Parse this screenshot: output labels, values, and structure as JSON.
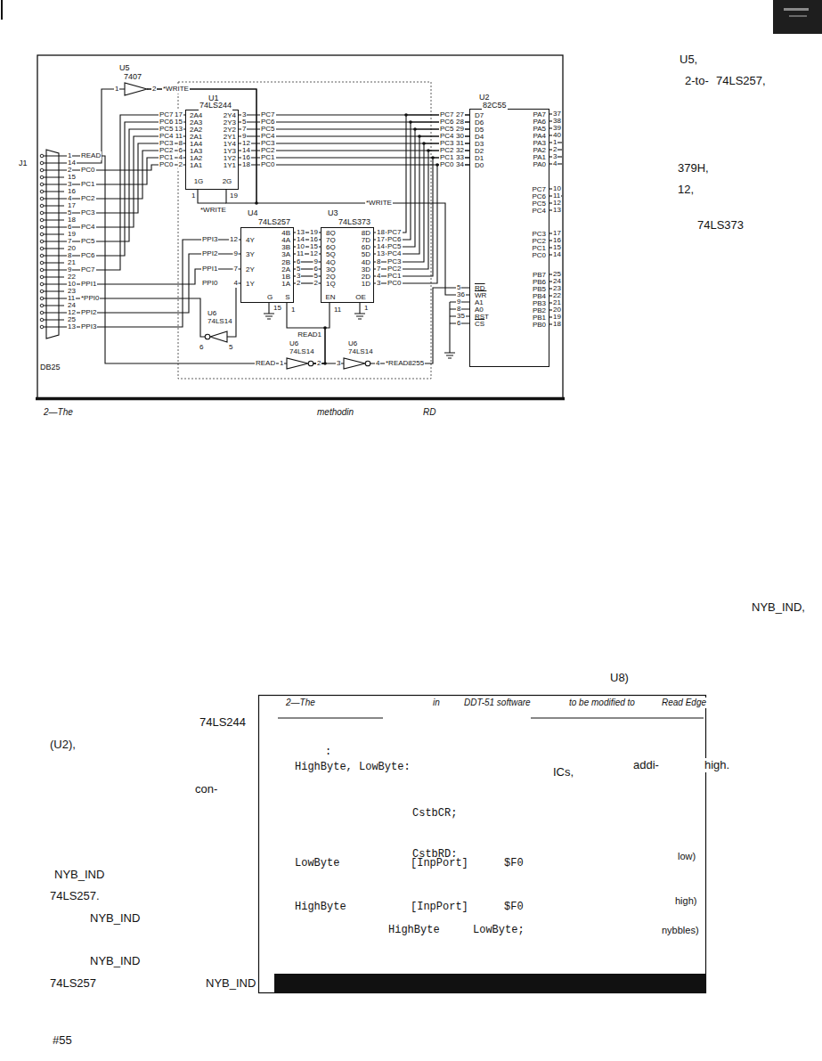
{
  "diagram": {
    "nodes": [
      {
        "text": [
          "U5",
          "7407"
        ]
      },
      {
        "text": [
          "U1",
          "74LS244",
          "2A4",
          "2A3",
          "2A2",
          "2A1",
          "1A4",
          "1A3",
          "1A2",
          "1A1",
          "2Y4",
          "2Y3",
          "2Y2",
          "2Y1",
          "1Y4",
          "1Y3",
          "1Y2",
          "1Y1",
          "1G",
          "2G"
        ]
      },
      {
        "text": [
          "U2",
          "82C55",
          "D7",
          "D6",
          "D5",
          "D4",
          "D3",
          "D2",
          "D1",
          "D0",
          "RD",
          "WR",
          "A1",
          "A0",
          "RST",
          "CS",
          "PA7",
          "PA6",
          "PA5",
          "PA4",
          "PA3",
          "PA2",
          "PA1",
          "PA0",
          "PC7",
          "PC6",
          "PC5",
          "PC4",
          "PC3",
          "PC2",
          "PC1",
          "PC0",
          "PB7",
          "PB6",
          "PB5",
          "PB4",
          "PB3",
          "PB2",
          "PB1",
          "PB0"
        ]
      },
      {
        "text": [
          "J1",
          "DB25"
        ]
      },
      {
        "text": [
          "U4",
          "74LS257",
          "4B",
          "4A",
          "3B",
          "3A",
          "2B",
          "2A",
          "1B",
          "1A",
          "4Y",
          "3Y",
          "2Y",
          "1Y",
          "G",
          "S"
        ]
      },
      {
        "text": [
          "U3",
          "74LS373",
          "8Q",
          "7Q",
          "6Q",
          "5Q",
          "4Q",
          "3Q",
          "2Q",
          "1Q",
          "8D",
          "7D",
          "6D",
          "5D",
          "4D",
          "3D",
          "2D",
          "1D",
          "EN",
          "OE"
        ]
      },
      {
        "text": [
          "U6",
          "74LS14"
        ]
      },
      {
        "text": [
          "U6",
          "74LS14"
        ]
      },
      {
        "text": [
          "U6",
          "74LS14"
        ]
      }
    ],
    "edges": [
      {
        "from": 0,
        "to": 1,
        "arrow": "none"
      },
      {
        "from": 0,
        "to": 2,
        "arrow": "none"
      },
      {
        "from": 3,
        "to": 1,
        "arrow": "none"
      },
      {
        "from": 3,
        "to": 1,
        "arrow": "none"
      },
      {
        "from": 3,
        "to": 1,
        "arrow": "none"
      },
      {
        "from": 3,
        "to": 1,
        "arrow": "none"
      },
      {
        "from": 3,
        "to": 1,
        "arrow": "none"
      },
      {
        "from": 3,
        "to": 1,
        "arrow": "none"
      },
      {
        "from": 3,
        "to": 1,
        "arrow": "none"
      },
      {
        "from": 3,
        "to": 1,
        "arrow": "none"
      },
      {
        "from": 3,
        "to": 0,
        "arrow": "none"
      },
      {
        "from": 1,
        "to": 2,
        "arrow": "none"
      },
      {
        "from": 1,
        "to": 2,
        "arrow": "none"
      },
      {
        "from": 1,
        "to": 2,
        "arrow": "none"
      },
      {
        "from": 1,
        "to": 2,
        "arrow": "none"
      },
      {
        "from": 1,
        "to": 2,
        "arrow": "none"
      },
      {
        "from": 1,
        "to": 2,
        "arrow": "none"
      },
      {
        "from": 1,
        "to": 2,
        "arrow": "none"
      },
      {
        "from": 1,
        "to": 2,
        "arrow": "none"
      },
      {
        "from": 3,
        "to": 7,
        "arrow": "none"
      },
      {
        "from": 3,
        "to": 4,
        "arrow": "none"
      },
      {
        "from": 3,
        "to": 4,
        "arrow": "none"
      },
      {
        "from": 3,
        "to": 4,
        "arrow": "none"
      },
      {
        "from": 4,
        "to": 6,
        "arrow": "none"
      },
      {
        "from": 6,
        "to": 3,
        "arrow": "none"
      },
      {
        "from": 4,
        "to": 5,
        "arrow": "none"
      },
      {
        "from": 4,
        "to": 5,
        "arrow": "none"
      },
      {
        "from": 4,
        "to": 5,
        "arrow": "none"
      },
      {
        "from": 4,
        "to": 5,
        "arrow": "none"
      },
      {
        "from": 4,
        "to": 5,
        "arrow": "none"
      },
      {
        "from": 4,
        "to": 5,
        "arrow": "none"
      },
      {
        "from": 4,
        "to": 5,
        "arrow": "none"
      },
      {
        "from": 4,
        "to": 5,
        "arrow": "none"
      },
      {
        "from": 5,
        "to": 2,
        "arrow": "none"
      },
      {
        "from": 5,
        "to": 2,
        "arrow": "none"
      },
      {
        "from": 5,
        "to": 2,
        "arrow": "none"
      },
      {
        "from": 5,
        "to": 2,
        "arrow": "none"
      },
      {
        "from": 5,
        "to": 2,
        "arrow": "none"
      },
      {
        "from": 5,
        "to": 2,
        "arrow": "none"
      },
      {
        "from": 5,
        "to": 2,
        "arrow": "none"
      },
      {
        "from": 5,
        "to": 2,
        "arrow": "none"
      },
      {
        "from": 7,
        "to": 8,
        "arrow": "none"
      },
      {
        "from": 7,
        "to": 4,
        "arrow": "none"
      },
      {
        "from": 7,
        "to": 5,
        "arrow": "none"
      },
      {
        "from": 8,
        "to": 2,
        "arrow": "none"
      }
    ],
    "labels": [
      "1",
      "2",
      "*WRITE",
      "PC7",
      "PC6",
      "PC5",
      "PC4",
      "PC3",
      "PC2",
      "PC1",
      "PC0",
      "17",
      "15",
      "13",
      "11",
      "8",
      "6",
      "4",
      "2",
      "3",
      "5",
      "7",
      "9",
      "12",
      "14",
      "16",
      "18",
      "PC7",
      "PC6",
      "PC5",
      "PC4",
      "PC3",
      "PC2",
      "PC1",
      "PC0",
      "1",
      "19",
      "*WRITE",
      "PC7",
      "PC6",
      "PC5",
      "PC4",
      "PC3",
      "PC2",
      "PC1",
      "PC0",
      "27",
      "28",
      "29",
      "30",
      "31",
      "32",
      "33",
      "34",
      "5",
      "36",
      "9",
      "8",
      "35",
      "6",
      "37",
      "38",
      "39",
      "40",
      "1",
      "2",
      "3",
      "4",
      "10",
      "11",
      "12",
      "13",
      "17",
      "16",
      "15",
      "14",
      "25",
      "24",
      "23",
      "22",
      "21",
      "20",
      "19",
      "18",
      "*WRITE",
      "1",
      "14",
      "2",
      "15",
      "3",
      "16",
      "4",
      "17",
      "5",
      "18",
      "6",
      "19",
      "7",
      "20",
      "8",
      "21",
      "9",
      "22",
      "10",
      "23",
      "11",
      "24",
      "12",
      "25",
      "13",
      "READ",
      "PC0",
      "PC1",
      "PC2",
      "PC3",
      "PC4",
      "PC5",
      "PC6",
      "PC7",
      "PPI1",
      "*PPI0",
      "PPI2",
      "PPI3",
      "PPI3",
      "PPI2",
      "PPI1",
      "PPI0",
      "12",
      "9",
      "7",
      "4",
      "13",
      "14",
      "10",
      "11",
      "6",
      "5",
      "3",
      "2",
      "19",
      "16",
      "15",
      "12",
      "9",
      "6",
      "5",
      "2",
      "18",
      "17",
      "14",
      "13",
      "8",
      "7",
      "4",
      "3",
      "PC7",
      "PC6",
      "PC5",
      "PC4",
      "PC3",
      "PC2",
      "PC1",
      "PC0",
      "15",
      "1",
      "11",
      "1",
      "6",
      "5",
      "READ1",
      "READ",
      "1",
      "2",
      "3",
      "4",
      "*READ8255",
      "2—The",
      "methodin",
      "RD",
      "U5,",
      "2-to-",
      "74LS257,",
      "379H,",
      "12,",
      "74LS373",
      "NYB_IND,",
      "U8)",
      "74LS244",
      "(U2),",
      "addi-",
      "high.",
      "ICs,",
      "con-",
      "NYB_IND",
      "74LS257.",
      "NYB_IND",
      "NYB_IND",
      "74LS257",
      "NYB_IND",
      "#55",
      "2—The",
      "in",
      "DDT-51 software",
      "to be modified to",
      "Read Edge",
      ":",
      "HighByte, LowByte:",
      "CstbCR;",
      "CstbRD;",
      "low)",
      "LowByte",
      "[InpPort]",
      "$F0",
      "high)",
      "HighByte",
      "[InpPort]",
      "$F0",
      "HighByte",
      "LowByte;",
      "nybbles)"
    ]
  }
}
